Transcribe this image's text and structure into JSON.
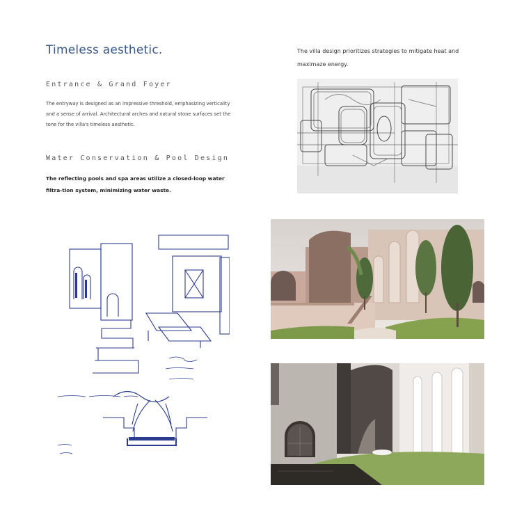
{
  "page": {
    "title": "Timeless aesthetic.",
    "right_intro": "The villa design prioritizes strategies to mitigate heat and maximaze energy.",
    "sections": [
      {
        "heading": "Entrance & Grand Foyer",
        "text": "The entryway is designed as an impressive threshold, emphasizing verticality and a sense of arrival. Architectural arches and natural stone surfaces set the tone for the villa's timeless aesthetic."
      },
      {
        "heading": "Water Conservation & Pool Design",
        "text": "The reflecting pools and spa areas utilize a closed-loop water filtra-tion system, minimizing water waste."
      }
    ]
  },
  "colors": {
    "title": "#3a5a8c",
    "ink": "#2b3b8f",
    "pencil": "#555555",
    "stone": "#d9c4b8",
    "grass": "#7d9a4a",
    "water": "#2e2a26"
  },
  "images": {
    "floorplan_sketch": "pencil-floorplan-sketch",
    "entrance_sketch": "blue-ink-entrance-sketch",
    "render_courtyard": "courtyard-render",
    "render_pool": "pool-render"
  }
}
